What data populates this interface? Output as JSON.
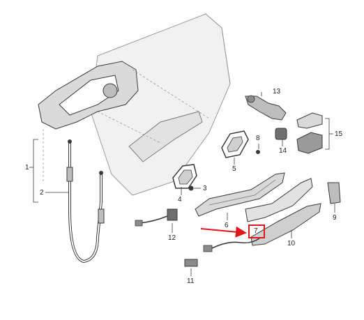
{
  "callouts": {
    "c1": "1",
    "c2": "2",
    "c3": "3",
    "c4": "4",
    "c5": "5",
    "c6": "6",
    "c7": "7",
    "c8": "8",
    "c9": "9",
    "c10": "10",
    "c11": "11",
    "c12": "12",
    "c13": "13",
    "c14": "14",
    "c15": "15"
  },
  "highlight": {
    "callout": "7",
    "color": "#e0161b"
  },
  "colors": {
    "line": "#3a3a3a",
    "panel_fill": "#ececec",
    "part_fill": "#d9d9d9",
    "part_dark": "#8c8c8c",
    "arrow": "#e0161b"
  }
}
